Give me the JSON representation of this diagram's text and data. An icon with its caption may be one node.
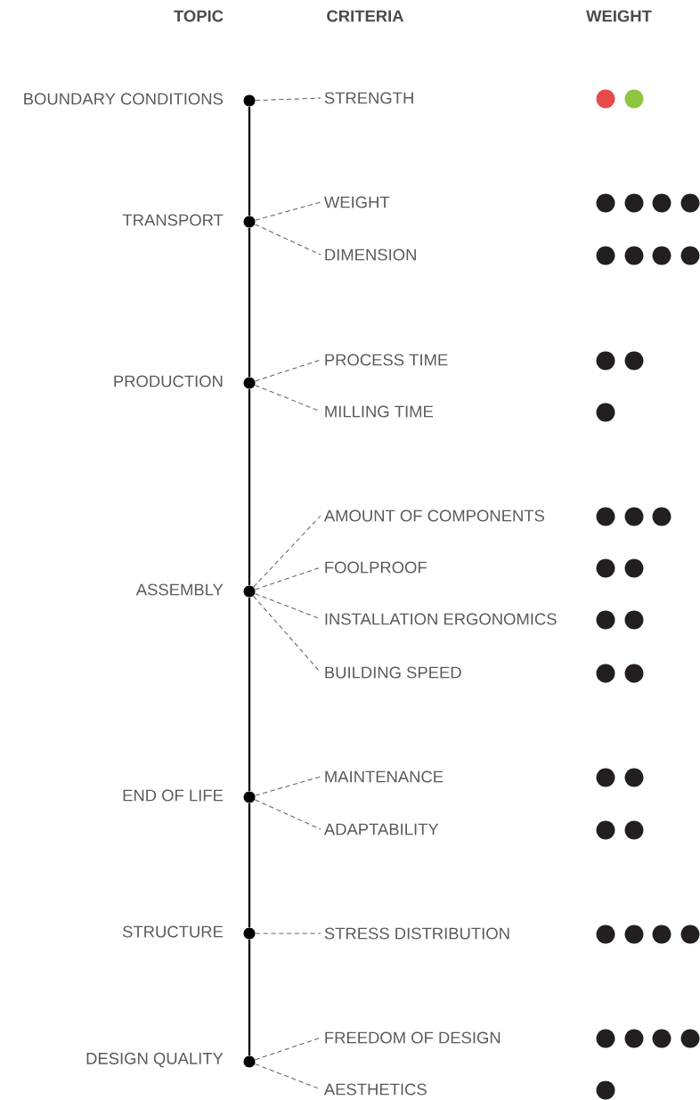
{
  "diagram": {
    "nodes": [
      {
        "text": [],
        "shape": "circle",
        "beside": [
          "BOUNDARY CONDITIONS"
        ]
      },
      {
        "text": [
          "STRENGTH"
        ]
      },
      {
        "text": [],
        "shape": "circle"
      },
      {
        "text": [],
        "shape": "circle"
      },
      {
        "text": [],
        "shape": "circle",
        "beside": [
          "TRANSPORT"
        ]
      },
      {
        "text": [
          "WEIGHT"
        ]
      },
      {
        "text": [],
        "shape": "circle"
      },
      {
        "text": [],
        "shape": "circle"
      },
      {
        "text": [],
        "shape": "circle"
      },
      {
        "text": [],
        "shape": "circle"
      },
      {
        "text": [
          "DIMENSION"
        ]
      },
      {
        "text": [],
        "shape": "circle"
      },
      {
        "text": [],
        "shape": "circle"
      },
      {
        "text": [],
        "shape": "circle"
      },
      {
        "text": [],
        "shape": "circle"
      },
      {
        "text": [],
        "shape": "circle",
        "beside": [
          "PRODUCTION"
        ]
      },
      {
        "text": [
          "PROCESS TIME"
        ]
      },
      {
        "text": [],
        "shape": "circle"
      },
      {
        "text": [],
        "shape": "circle"
      },
      {
        "text": [
          "MILLING TIME"
        ]
      },
      {
        "text": [],
        "shape": "circle"
      },
      {
        "text": [],
        "shape": "circle",
        "beside": [
          "ASSEMBLY"
        ]
      },
      {
        "text": [
          "AMOUNT OF COMPONENTS"
        ]
      },
      {
        "text": [],
        "shape": "circle"
      },
      {
        "text": [],
        "shape": "circle"
      },
      {
        "text": [],
        "shape": "circle"
      },
      {
        "text": [
          "FOOLPROOF"
        ]
      },
      {
        "text": [],
        "shape": "circle"
      },
      {
        "text": [],
        "shape": "circle"
      },
      {
        "text": [
          "INSTALLATION ERGONOMICS"
        ]
      },
      {
        "text": [],
        "shape": "circle"
      },
      {
        "text": [],
        "shape": "circle"
      },
      {
        "text": [
          "BUILDING SPEED"
        ]
      },
      {
        "text": [],
        "shape": "circle"
      },
      {
        "text": [],
        "shape": "circle"
      },
      {
        "text": [],
        "shape": "circle",
        "beside": [
          "END OF LIFE"
        ]
      },
      {
        "text": [
          "MAINTENANCE"
        ]
      },
      {
        "text": [],
        "shape": "circle"
      },
      {
        "text": [],
        "shape": "circle"
      },
      {
        "text": [
          "ADAPTABILITY"
        ]
      },
      {
        "text": [],
        "shape": "circle"
      },
      {
        "text": [],
        "shape": "circle"
      },
      {
        "text": [],
        "shape": "circle",
        "beside": [
          "STRUCTURE"
        ]
      },
      {
        "text": [
          "STRESS DISTRIBUTION"
        ]
      },
      {
        "text": [],
        "shape": "circle"
      },
      {
        "text": [],
        "shape": "circle"
      },
      {
        "text": [],
        "shape": "circle"
      },
      {
        "text": [],
        "shape": "circle"
      },
      {
        "text": [],
        "shape": "circle",
        "beside": [
          "DESIGN QUALITY"
        ]
      },
      {
        "text": [
          "FREEDOM OF DESIGN"
        ]
      },
      {
        "text": [],
        "shape": "circle"
      },
      {
        "text": [],
        "shape": "circle"
      },
      {
        "text": [],
        "shape": "circle"
      },
      {
        "text": [],
        "shape": "circle"
      },
      {
        "text": [
          "AESTHETICS"
        ]
      },
      {
        "text": [],
        "shape": "circle"
      }
    ],
    "edges": [
      {
        "from": 0,
        "to": 4,
        "arrow": "none",
        "color": "#000000"
      },
      {
        "from": 4,
        "to": 15,
        "arrow": "none",
        "color": "#000000"
      },
      {
        "from": 15,
        "to": 21,
        "arrow": "none",
        "color": "#000000"
      },
      {
        "from": 21,
        "to": 35,
        "arrow": "none",
        "color": "#000000"
      },
      {
        "from": 35,
        "to": 42,
        "arrow": "none",
        "color": "#000000"
      },
      {
        "from": 42,
        "to": 48,
        "arrow": "none",
        "color": "#000000"
      },
      {
        "from": 0,
        "to": 1,
        "arrow": "none",
        "style": "dashed"
      },
      {
        "from": 4,
        "to": 5,
        "arrow": "none",
        "style": "dashed"
      },
      {
        "from": 4,
        "to": 10,
        "arrow": "none",
        "style": "dashed"
      },
      {
        "from": 15,
        "to": 16,
        "arrow": "none",
        "style": "dashed"
      },
      {
        "from": 15,
        "to": 19,
        "arrow": "none",
        "style": "dashed"
      },
      {
        "from": 21,
        "to": 22,
        "arrow": "none",
        "style": "dashed"
      },
      {
        "from": 21,
        "to": 26,
        "arrow": "none",
        "style": "dashed"
      },
      {
        "from": 21,
        "to": 29,
        "arrow": "none",
        "style": "dashed"
      },
      {
        "from": 21,
        "to": 32,
        "arrow": "none",
        "style": "dashed"
      },
      {
        "from": 35,
        "to": 36,
        "arrow": "none",
        "style": "dashed"
      },
      {
        "from": 35,
        "to": 39,
        "arrow": "none",
        "style": "dashed"
      },
      {
        "from": 42,
        "to": 43,
        "arrow": "none",
        "style": "dashed"
      },
      {
        "from": 48,
        "to": 49,
        "arrow": "none",
        "style": "dashed"
      },
      {
        "from": 48,
        "to": 54,
        "arrow": "none",
        "style": "dashed"
      }
    ],
    "labels": [
      "TOPIC",
      "CRITERIA",
      "WEIGHT"
    ]
  }
}
